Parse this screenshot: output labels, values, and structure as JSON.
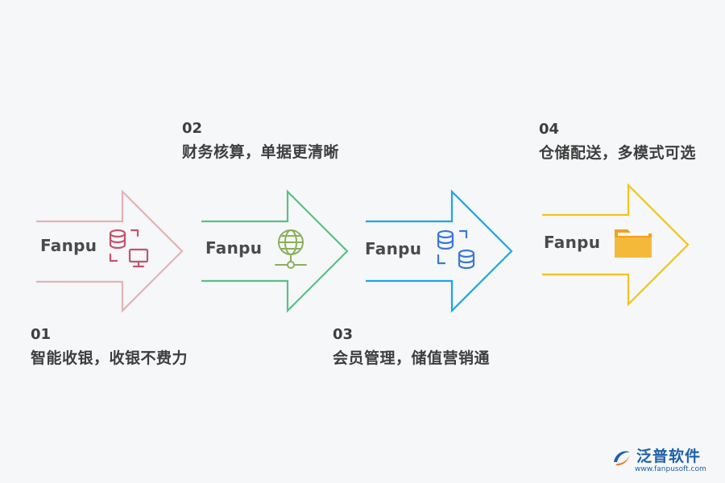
{
  "steps": [
    {
      "number": "01",
      "label": "Fanpu",
      "description": "智能收银，收银不费力",
      "color": "#e3b3b3",
      "icon": "database-monitor-icon",
      "icon_color": "#c2546b"
    },
    {
      "number": "02",
      "label": "Fanpu",
      "description": "财务核算，单据更清晰",
      "color": "#5cbf86",
      "icon": "globe-network-icon",
      "icon_color": "#8bb05a"
    },
    {
      "number": "03",
      "label": "Fanpu",
      "description": "会员管理，储值营销通",
      "color": "#1ea5e6",
      "icon": "database-sync-icon",
      "icon_color": "#3a78d8"
    },
    {
      "number": "04",
      "label": "Fanpu",
      "description": "仓储配送，多模式可选",
      "color": "#f5c21a",
      "icon": "folder-icon",
      "icon_color": "#f0a020"
    }
  ],
  "brand": {
    "name": "泛普软件",
    "url": "www.fanpusoft.com",
    "logo": "fanpu-logo-icon",
    "color": "#1f5fa8"
  }
}
